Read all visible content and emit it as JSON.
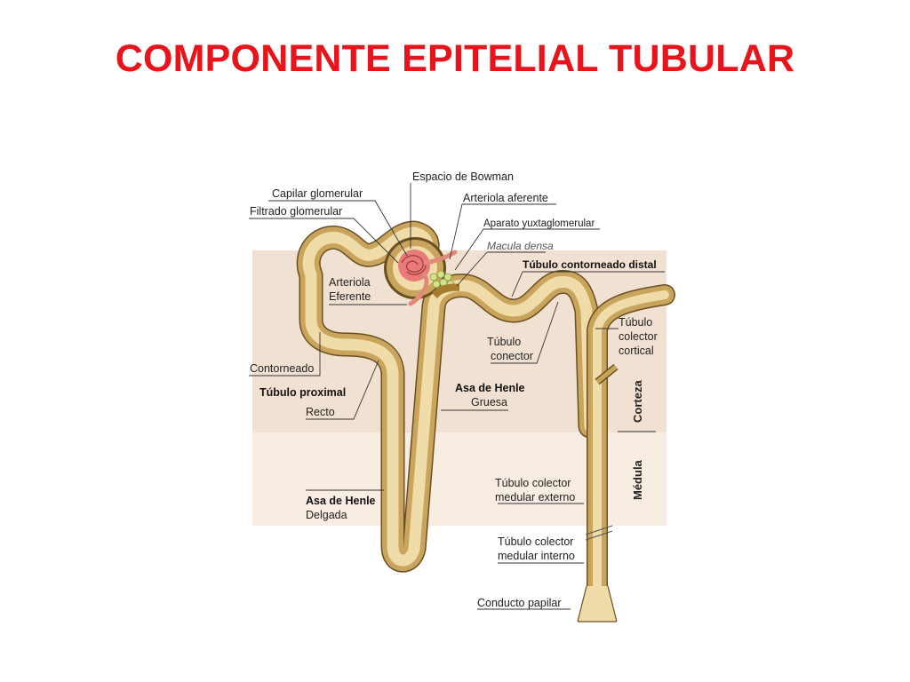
{
  "slide": {
    "title": "COMPONENTE EPITELIAL TUBULAR",
    "title_color": "#e8141c"
  },
  "diagram": {
    "colors": {
      "tubule_fill": "#f0dca8",
      "tubule_wall": "#c9a45c",
      "tubule_outline": "#6b4f22",
      "cortex_band": "#f1e1d3",
      "medulla_band": "#f8ede2",
      "glomerulus": "#e87a7a",
      "vessel": "#e08a78",
      "macula_densa": "#a67c2e",
      "jg_cells": "#d5e28a"
    },
    "labels": {
      "espacio_bowman": "Espacio de Bowman",
      "capilar_glomerular": "Capilar glomerular",
      "arteriola_aferente": "Arteriola aferente",
      "filtrado_glomerular": "Filtrado glomerular",
      "aparato_yuxtaglomerular": "Aparato yuxtaglomerular",
      "macula_densa": "Macula densa",
      "tubulo_contorneado_distal": "Túbulo contorneado distal",
      "arteriola_eferente_1": "Arteriola",
      "arteriola_eferente_2": "Eferente",
      "tubulo_colector_cortical_1": "Túbulo",
      "tubulo_colector_cortical_2": "colector",
      "tubulo_colector_cortical_3": "cortical",
      "tubulo_conector_1": "Túbulo",
      "tubulo_conector_2": "conector",
      "contorneado": "Contorneado",
      "tubulo_proximal": "Túbulo proximal",
      "recto": "Recto",
      "asa_henle_gruesa_1": "Asa de Henle",
      "asa_henle_gruesa_2": "Gruesa",
      "corteza": "Corteza",
      "medula": "Médula",
      "asa_henle_delgada_1": "Asa de Henle",
      "asa_henle_delgada_2": "Delgada",
      "colector_medular_externo_1": "Túbulo colector",
      "colector_medular_externo_2": "medular externo",
      "colector_medular_interno_1": "Túbulo colector",
      "colector_medular_interno_2": "medular interno",
      "conducto_papilar": "Conducto papilar"
    }
  }
}
